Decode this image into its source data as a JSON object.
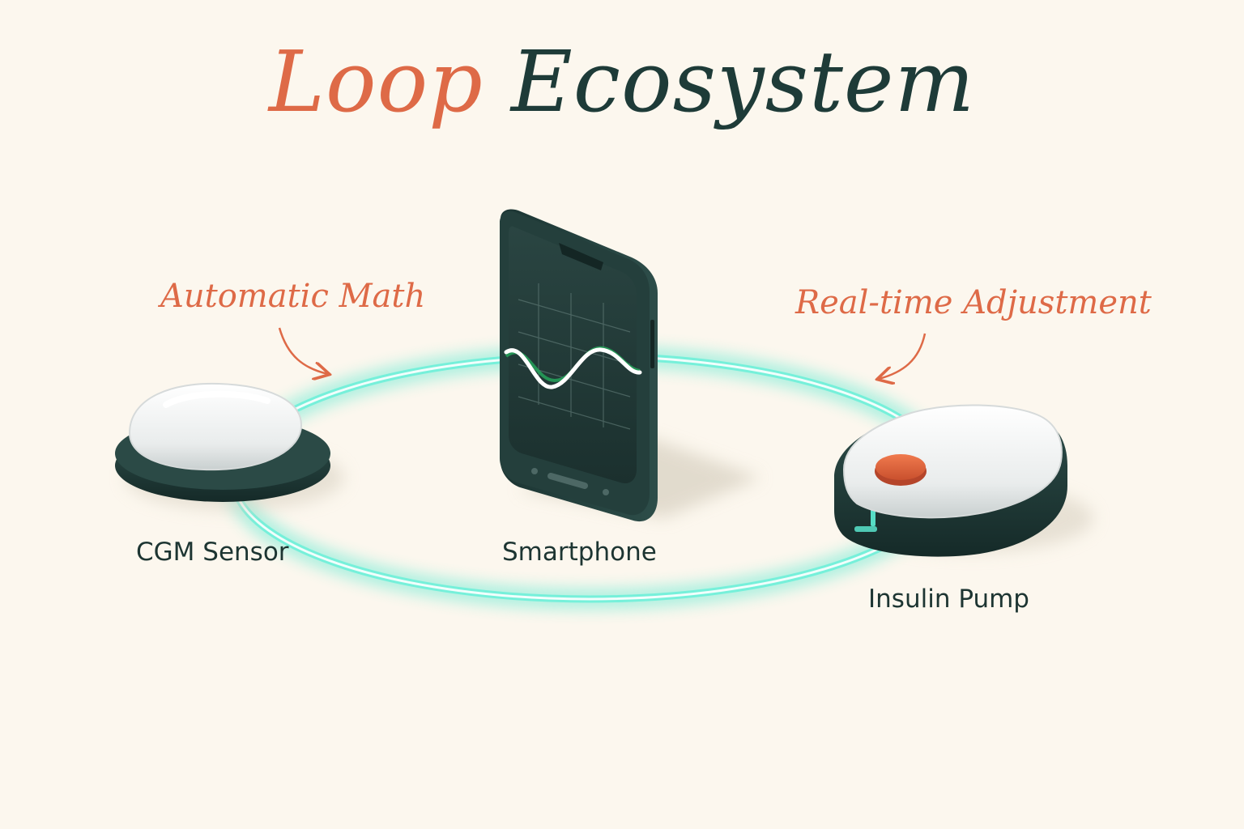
{
  "title": {
    "word1": "Loop",
    "word2": "Ecosystem"
  },
  "devices": {
    "cgm": "CGM Sensor",
    "phone": "Smartphone",
    "pump": "Insulin Pump"
  },
  "annotations": {
    "left": "Automatic Math",
    "right": "Real-time Adjustment"
  },
  "colors": {
    "accent": "#de6a47",
    "dark": "#1e3b38",
    "glow": "#4de8cf",
    "background": "#fcf7ee"
  }
}
